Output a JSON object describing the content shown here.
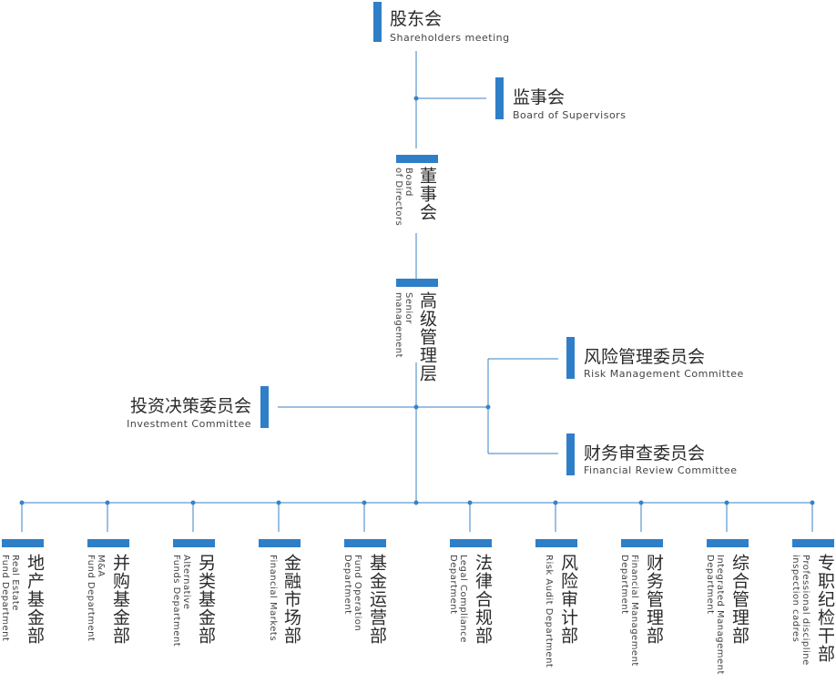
{
  "shareholders": {
    "cn": "股东会",
    "en": "Shareholders meeting"
  },
  "supervisors": {
    "cn": "监事会",
    "en": "Board of Supervisors"
  },
  "directors": {
    "cn": "董事会",
    "en": "Board\nof Directors"
  },
  "senior": {
    "cn": "高级管理层",
    "en": "Senior\nmanagement"
  },
  "risk_committee": {
    "cn": "风险管理委员会",
    "en": "Risk Management Committee"
  },
  "financial_review": {
    "cn": "财务审查委员会",
    "en": "Financial Review Committee"
  },
  "investment_committee": {
    "cn": "投资决策委员会",
    "en": "Investment Committee"
  },
  "departments": [
    {
      "cn": "地产基金部",
      "en": "Real Estate\nFund Department"
    },
    {
      "cn": "并购基金部",
      "en": "M&A\nFund Department"
    },
    {
      "cn": "另类基金部",
      "en": "Alternative\nFunds Department"
    },
    {
      "cn": "金融市场部",
      "en": "Financial Markets"
    },
    {
      "cn": "基金运营部",
      "en": "Fund Operation\nDepartment"
    },
    {
      "cn": "法律合规部",
      "en": "Legal Compliance\nDepartment"
    },
    {
      "cn": "风险审计部",
      "en": "Risk Audit Department"
    },
    {
      "cn": "财务管理部",
      "en": "Financial Management\nDepartment"
    },
    {
      "cn": "综合管理部",
      "en": "Integrated Management\nDepartment"
    },
    {
      "cn": "专职纪检干部",
      "en": "Professional discipline\ninspection cadres"
    }
  ],
  "colors": {
    "accent": "#2f7fc8",
    "line": "#3a82c6"
  }
}
